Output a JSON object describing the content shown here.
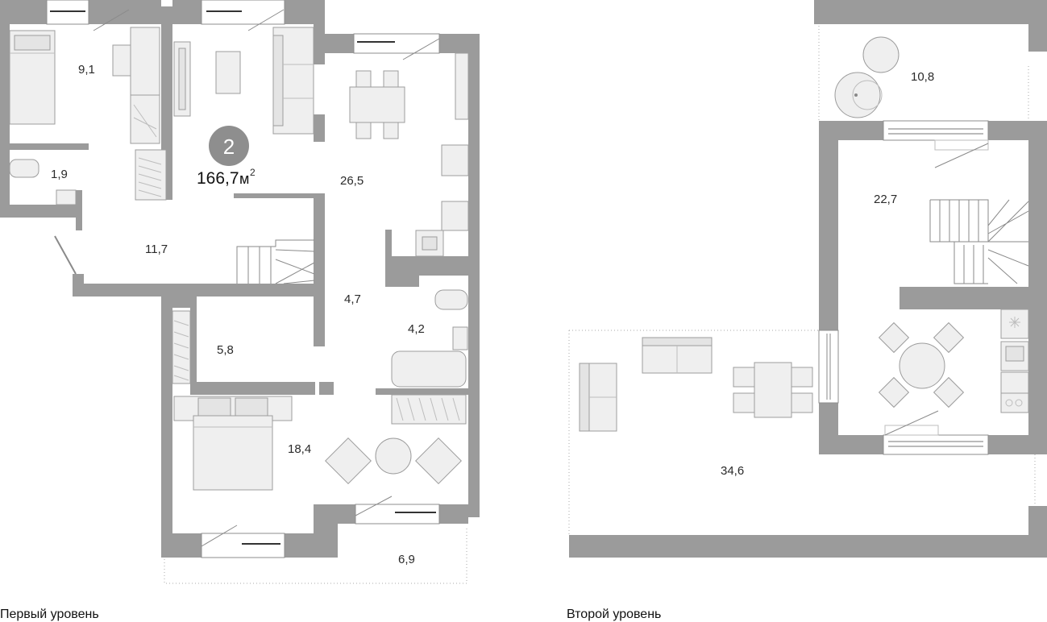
{
  "apartment": {
    "rooms_count": "2",
    "total_area": "166,7",
    "area_unit": "м",
    "area_unit_sup": "2"
  },
  "levels": {
    "first": "Первый уровень",
    "second": "Второй уровень"
  },
  "rooms": {
    "r_9_1": "9,1",
    "r_1_9": "1,9",
    "r_11_7": "11,7",
    "r_26_5": "26,5",
    "r_4_7": "4,7",
    "r_4_2": "4,2",
    "r_5_8": "5,8",
    "r_18_4": "18,4",
    "r_6_9": "6,9",
    "r_10_8": "10,8",
    "r_22_7": "22,7",
    "r_34_6": "34,6"
  },
  "colors": {
    "wall": "#9b9b9b",
    "badge": "#8e8e8e",
    "furniture": "#efefef"
  }
}
